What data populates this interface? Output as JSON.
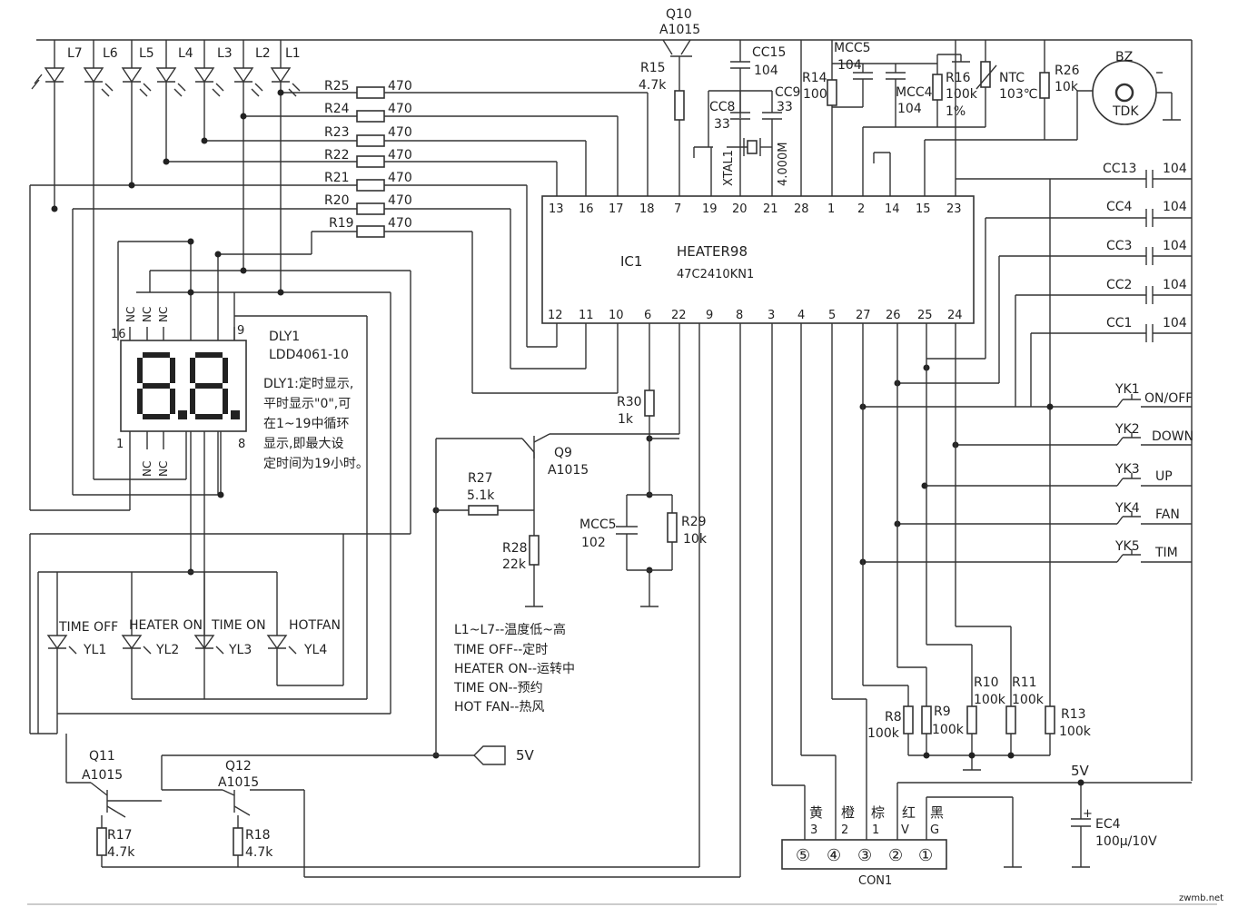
{
  "ic": {
    "ref": "IC1",
    "name": "HEATER98",
    "part": "47C2410KN1",
    "top_pins": [
      "13",
      "16",
      "17",
      "18",
      "7",
      "19",
      "20",
      "21",
      "28",
      "1",
      "2",
      "14",
      "15",
      "23"
    ],
    "bottom_pins": [
      "12",
      "11",
      "10",
      "6",
      "22",
      "9",
      "8",
      "3",
      "4",
      "5",
      "27",
      "26",
      "25",
      "24"
    ]
  },
  "leds": [
    "L7",
    "L6",
    "L5",
    "L4",
    "L3",
    "L2",
    "L1"
  ],
  "led_resistors": [
    {
      "ref": "R25",
      "value": "470"
    },
    {
      "ref": "R24",
      "value": "470"
    },
    {
      "ref": "R23",
      "value": "470"
    },
    {
      "ref": "R22",
      "value": "470"
    },
    {
      "ref": "R21",
      "value": "470"
    },
    {
      "ref": "R20",
      "value": "470"
    },
    {
      "ref": "R19",
      "value": "470"
    }
  ],
  "parts": {
    "q10": {
      "ref": "Q10",
      "type": "A1015"
    },
    "r15": {
      "ref": "R15",
      "value": "4.7k"
    },
    "cc15": {
      "ref": "CC15",
      "value": "104"
    },
    "cc8": {
      "ref": "CC8",
      "value": "33"
    },
    "cc9": {
      "ref": "CC9",
      "value": "33"
    },
    "xtal": {
      "ref": "XTAL1",
      "value": "4.000M"
    },
    "r14": {
      "ref": "R14",
      "value": "100"
    },
    "mcc5top": {
      "ref": "MCC5",
      "value": "104"
    },
    "mcc4": {
      "ref": "MCC4",
      "value": "104"
    },
    "r16": {
      "ref": "R16",
      "value": "100k",
      "tol": "1%"
    },
    "ntc": {
      "ref": "NTC",
      "value": "103℃"
    },
    "r26": {
      "ref": "R26",
      "value": "10k"
    },
    "bz": {
      "ref": "BZ",
      "brand": "TDK"
    },
    "r30": {
      "ref": "R30",
      "value": "1k"
    },
    "q9": {
      "ref": "Q9",
      "type": "A1015"
    },
    "r27": {
      "ref": "R27",
      "value": "5.1k"
    },
    "r28": {
      "ref": "R28",
      "value": "22k"
    },
    "mcc5b": {
      "ref": "MCC5",
      "value": "102"
    },
    "r29": {
      "ref": "R29",
      "value": "10k"
    },
    "q11": {
      "ref": "Q11",
      "type": "A1015"
    },
    "q12": {
      "ref": "Q12",
      "type": "A1015"
    },
    "r17": {
      "ref": "R17",
      "value": "4.7k"
    },
    "r18": {
      "ref": "R18",
      "value": "4.7k"
    },
    "r8": {
      "ref": "R8",
      "value": "100k"
    },
    "r9": {
      "ref": "R9",
      "value": "100k"
    },
    "r10": {
      "ref": "R10",
      "value": "100k"
    },
    "r11": {
      "ref": "R11",
      "value": "100k"
    },
    "r13": {
      "ref": "R13",
      "value": "100k"
    },
    "ec4": {
      "ref": "EC4",
      "value": "100μ/10V"
    }
  },
  "caps_right": [
    {
      "ref": "CC13",
      "value": "104"
    },
    {
      "ref": "CC4",
      "value": "104"
    },
    {
      "ref": "CC3",
      "value": "104"
    },
    {
      "ref": "CC2",
      "value": "104"
    },
    {
      "ref": "CC1",
      "value": "104"
    }
  ],
  "keys": [
    {
      "ref": "YK1",
      "label": "ON/OFF"
    },
    {
      "ref": "YK2",
      "label": "DOWN"
    },
    {
      "ref": "YK3",
      "label": "UP"
    },
    {
      "ref": "YK4",
      "label": "FAN"
    },
    {
      "ref": "YK5",
      "label": "TIM"
    }
  ],
  "display": {
    "ref": "DLY1",
    "part": "LDD4061-10",
    "nc": "NC",
    "pin16": "16",
    "pin9": "9",
    "pin1": "1",
    "pin8": "8",
    "desc": [
      "DLY1:定时显示,",
      "平时显示\"0\",可",
      "在1~19中循环",
      "显示,即最大设",
      "定时间为19小时。"
    ]
  },
  "indicators": [
    {
      "label": "TIME OFF",
      "ref": "YL1"
    },
    {
      "label": "HEATER ON",
      "ref": "YL2"
    },
    {
      "label": "TIME ON",
      "ref": "YL3"
    },
    {
      "label": "HOTFAN",
      "ref": "YL4"
    }
  ],
  "legend": [
    "L1~L7--温度低~高",
    "TIME OFF--定时",
    "HEATER ON--运转中",
    "TIME ON--预约",
    "HOT FAN--热风"
  ],
  "power": {
    "label5v_left": "5V",
    "label5v_right": "5V"
  },
  "connector": {
    "ref": "CON1",
    "colors": [
      "黄",
      "橙",
      "棕",
      "红",
      "黑"
    ],
    "pinlabels": [
      "3",
      "2",
      "1",
      "V",
      "G"
    ],
    "numbers": [
      "⑤",
      "④",
      "③",
      "②",
      "①"
    ]
  },
  "watermark": "zwmb.net"
}
